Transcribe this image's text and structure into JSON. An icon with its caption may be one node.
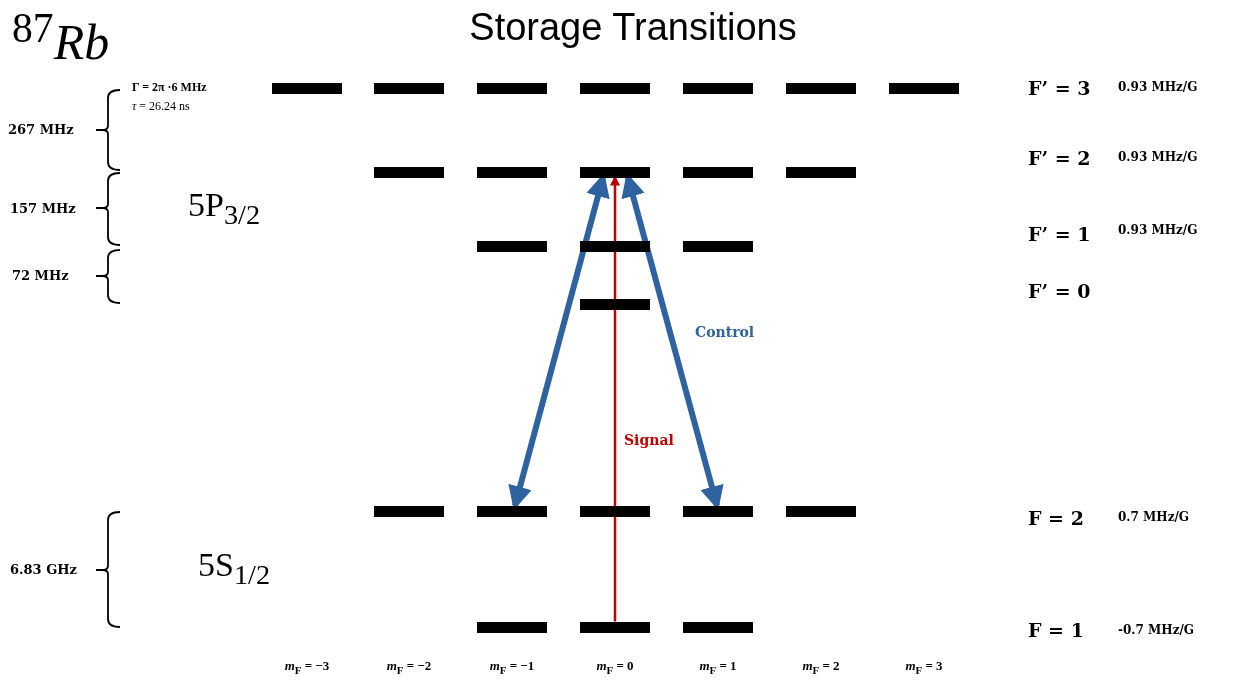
{
  "diagram": {
    "title": "Storage Transitions",
    "nodes": [
      {
        "text": [],
        "shape": "bar"
      },
      {
        "text": [],
        "shape": "bar"
      },
      {
        "text": [],
        "shape": "bar"
      },
      {
        "text": [],
        "shape": "bar"
      },
      {
        "text": [],
        "shape": "bar"
      },
      {
        "text": [],
        "shape": "bar"
      },
      {
        "text": [],
        "shape": "bar"
      },
      {
        "text": [],
        "shape": "bar"
      },
      {
        "text": [],
        "shape": "bar"
      },
      {
        "text": [],
        "shape": "bar"
      },
      {
        "text": [],
        "shape": "bar"
      },
      {
        "text": [],
        "shape": "bar"
      },
      {
        "text": [],
        "shape": "bar"
      },
      {
        "text": [],
        "shape": "bar"
      },
      {
        "text": [],
        "shape": "bar"
      },
      {
        "text": [],
        "shape": "bar"
      },
      {
        "text": [],
        "shape": "bar"
      },
      {
        "text": [],
        "shape": "bar"
      },
      {
        "text": [],
        "shape": "bar"
      },
      {
        "text": [],
        "shape": "bar"
      },
      {
        "text": [],
        "shape": "bar"
      },
      {
        "text": [],
        "shape": "bar"
      },
      {
        "text": [],
        "shape": "bar"
      },
      {
        "text": [],
        "shape": "bar"
      }
    ],
    "edges": [
      {
        "from": 17,
        "to": 9,
        "arrow": "both"
      },
      {
        "from": 9,
        "to": 19,
        "arrow": "both",
        "label": "Control"
      },
      {
        "from": 22,
        "to": 9,
        "arrow": "to",
        "label": "Signal",
        "color": "#c00000"
      }
    ],
    "labels": [
      "$^{87}$*Rb*",
      "Γ = 2π ·6 MHz",
      "F’ = 3",
      "0.93 MHz/G",
      "*τ* = 26.24 ns",
      "267 MHz",
      "F’ = 2",
      "0.93 MHz/G",
      "157 MHz",
      "5P$_{3/2}$",
      "F’ = 1",
      "0.93 MHz/G",
      "72 MHz",
      "F’ = 0",
      "F = 2",
      "0.7 MHz/G",
      "6.83 GHz",
      "5S$_{1/2}$",
      "F = 1",
      "-0.7 MHz/G",
      "*m*$_{F}$ = −3",
      "*m*$_{F}$ = −2",
      "*m*$_{F}$ = −1",
      "*m*$_{F}$ = 0",
      "*m*$_{F}$ = 1",
      "*m*$_{F}$ = 2",
      "*m*$_{F}$ = 3"
    ]
  }
}
